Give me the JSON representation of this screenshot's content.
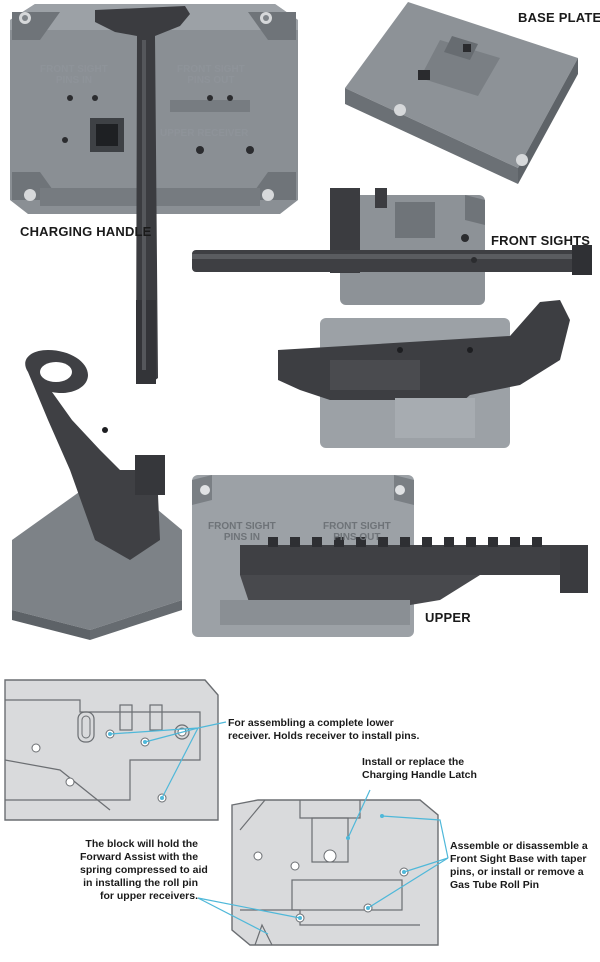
{
  "photos": {
    "charging_handle_label": "CHARGING HANDLE",
    "base_plate_label": "BASE PLATE",
    "front_sights_label": "FRONT SIGHTS",
    "upper_label": "UPPER"
  },
  "block_engraving": {
    "left": "FRONT SIGHT\nPINS IN",
    "right": "FRONT SIGHT\nPINS OUT",
    "bottom": "UPPER RECEIVER"
  },
  "upper_block_engraving": {
    "left": "FRONT SIGHT\nPINS IN",
    "right": "FRONT SIGHT\nPINS OUT"
  },
  "callouts": {
    "lower_receiver": "For assembling a complete lower\nreceiver. Holds receiver to install pins.",
    "charging_handle_latch": "Install or replace the\nCharging Handle Latch",
    "forward_assist": "The block will hold the\nForward Assist with the\nspring compressed to aid\nin installing the roll pin\nfor upper receivers.",
    "front_sight_base": "Assemble or disassemble a\nFront Sight Base with taper\npins, or install or remove a\nGas Tube Roll Pin"
  },
  "colors": {
    "block_gray": "#7f8489",
    "block_light": "#9aa0a5",
    "steel_dark": "#3a3b3f",
    "diagram_fill": "#d9dadc",
    "diagram_stroke": "#6b6e72",
    "callout_line": "#4fb8d9"
  }
}
